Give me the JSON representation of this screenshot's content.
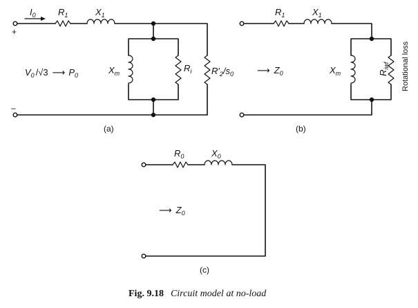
{
  "figure": {
    "number": "Fig. 9.18",
    "title": "Circuit model at no-load"
  },
  "circuit_a": {
    "panel_label": "(a)",
    "current_label": "I",
    "current_sub": "0",
    "plus": "+",
    "minus": "–",
    "r1": "R",
    "r1_sub": "1",
    "x1": "X",
    "x1_sub": "1",
    "xm": "X",
    "xm_sub": "m",
    "ri": "R",
    "ri_sub": "i",
    "rload": "R′",
    "rload_sub": "2",
    "rload_tail": "/s",
    "rload_tail_sub": "0",
    "input_v": "V",
    "input_v_sub": "0",
    "input_sqrt": "/√3",
    "input_arrow": "⟶",
    "input_p": "P",
    "input_p_sub": "0"
  },
  "circuit_b": {
    "panel_label": "(b)",
    "r1": "R",
    "r1_sub": "1",
    "x1": "X",
    "x1_sub": "1",
    "xm": "X",
    "xm_sub": "m",
    "riwf": "R",
    "riwf_sub": "iwf",
    "rot_loss": "Rotational loss",
    "z_arrow": "⟶",
    "z": "Z",
    "z_sub": "0"
  },
  "circuit_c": {
    "panel_label": "(c)",
    "r0": "R",
    "r0_sub": "0",
    "x0": "X",
    "x0_sub": "0",
    "z_arrow": "⟶",
    "z": "Z",
    "z_sub": "0"
  }
}
